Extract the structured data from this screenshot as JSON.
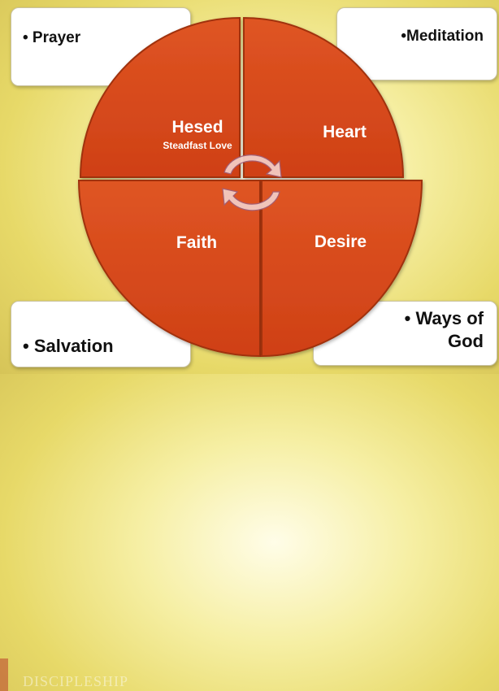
{
  "corner_boxes": {
    "top_left": "• Prayer",
    "top_right": "•Meditation",
    "bottom_left": "• Salvation",
    "bottom_right": "• Ways of\nGod"
  },
  "quadrants": {
    "top_left": {
      "title": "Hesed",
      "subtitle": "Steadfast Love"
    },
    "top_right": {
      "title": "Heart"
    },
    "bottom_left": {
      "title": "Faith"
    },
    "bottom_right": {
      "title": "Desire"
    }
  },
  "watermark": {
    "text": "DISCIPLESHIP"
  },
  "colors": {
    "quadrant_fill": "#d9481c",
    "quadrant_stroke": "#9e2f0e",
    "cycle_arrows": "#f2c7c0",
    "box_background": "#ffffff"
  },
  "icons": [
    "cycle-arrows-icon"
  ]
}
